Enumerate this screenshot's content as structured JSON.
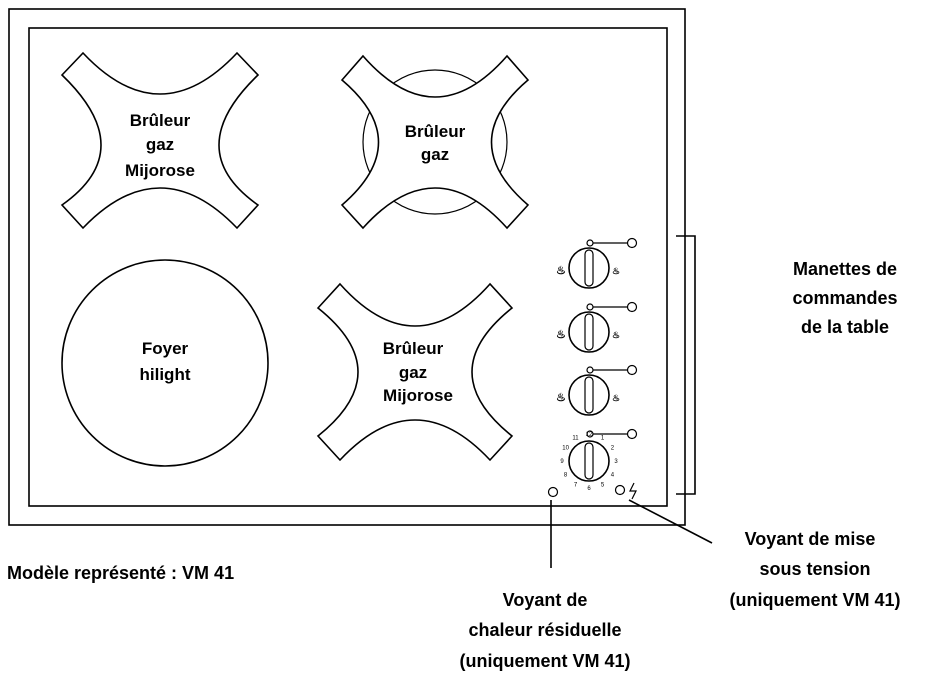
{
  "burners": {
    "top_left": [
      "Brûleur",
      "gaz",
      "Mijorose"
    ],
    "top_right": [
      "Brûleur",
      "gaz"
    ],
    "bottom_left": [
      "Foyer",
      "hilight"
    ],
    "bottom_right": [
      "Brûleur",
      "gaz",
      "Mijorose"
    ]
  },
  "callouts": {
    "controls": [
      "Manettes de",
      "commandes",
      "de la table"
    ],
    "power_light": [
      "Voyant de mise",
      "sous tension",
      "(uniquement VM 41)"
    ],
    "residual_heat": [
      "Voyant de",
      "chaleur résiduelle",
      "(uniquement VM 41)"
    ]
  },
  "model_caption": "Modèle représenté : VM 41",
  "dial_numbers": [
    "12",
    "1",
    "2",
    "3",
    "4",
    "5",
    "6",
    "7",
    "8",
    "9",
    "10",
    "11"
  ]
}
